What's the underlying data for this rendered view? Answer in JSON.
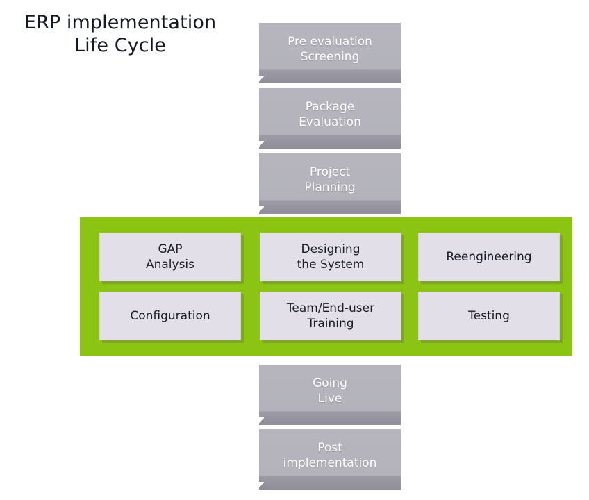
{
  "diagram": {
    "title": "ERP implementation\nLife Cycle",
    "colors": {
      "background": "#ffffff",
      "stage_box_fill": "#b5b4bc",
      "stage_box_shadow": "#8e8d98",
      "stage_box_text": "#ffffff",
      "panel_accent": "#8cc413",
      "inner_box_fill": "#e3dfe9",
      "inner_box_text": "#171c26",
      "title_text": "#141824"
    },
    "top_stages": [
      {
        "id": "pre-evaluation-screening",
        "label": "Pre evaluation\nScreening"
      },
      {
        "id": "package-evaluation",
        "label": "Package\nEvaluation"
      },
      {
        "id": "project-planning",
        "label": "Project\nPlanning"
      }
    ],
    "middle_panel": {
      "name": "implementation-phase-panel",
      "rows": [
        [
          {
            "id": "gap-analysis",
            "label": "GAP\nAnalysis"
          },
          {
            "id": "designing-the-system",
            "label": "Designing\nthe System"
          },
          {
            "id": "reengineering",
            "label": "Reengineering"
          }
        ],
        [
          {
            "id": "configuration",
            "label": "Configuration"
          },
          {
            "id": "team-end-user-training",
            "label": "Team/End-user\nTraining"
          },
          {
            "id": "testing",
            "label": "Testing"
          }
        ]
      ]
    },
    "bottom_stages": [
      {
        "id": "going-live",
        "label": "Going\nLive"
      },
      {
        "id": "post-implementation",
        "label": "Post\nimplementation"
      }
    ]
  }
}
